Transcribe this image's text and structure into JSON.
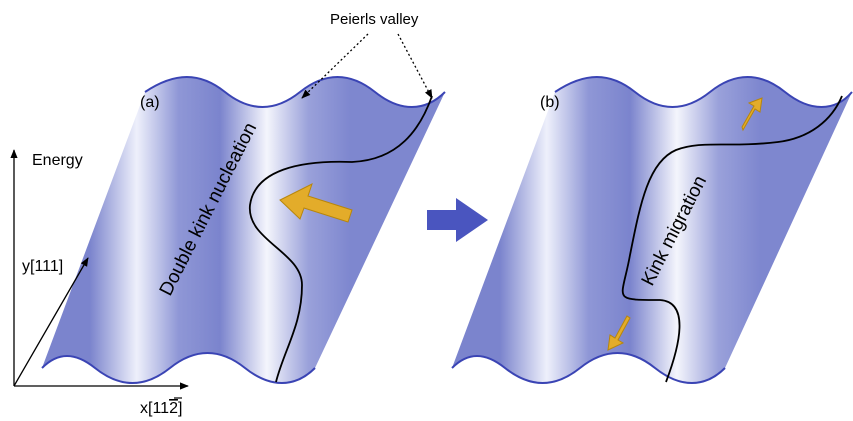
{
  "labels": {
    "peierls_valley": "Peierls valley",
    "panel_a": "(a)",
    "panel_b": "(b)",
    "energy": "Energy",
    "y_axis": "y[111]",
    "x_axis": "x[11",
    "x_axis_bar_digit": "2",
    "x_axis_close": "]",
    "double_kink": "Double kink nucleation",
    "kink_migration": "Kink migration"
  },
  "colors": {
    "surface_dark": "#7e87cf",
    "surface_light": "#f4f5fc",
    "edge": "#3a44b4",
    "dislocation": "#000000",
    "arrow": "#e3ac2a",
    "arrow_edge": "#b8860b",
    "transition_arrow": "#4a55bf"
  },
  "icons": {
    "transition": "right-arrow-icon",
    "motion": "direction-arrow-icon"
  }
}
